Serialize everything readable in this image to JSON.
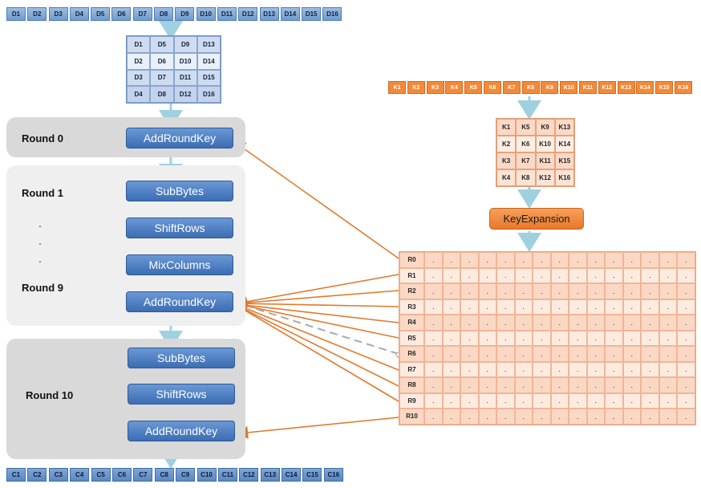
{
  "input_block": [
    "D1",
    "D2",
    "D3",
    "D4",
    "D5",
    "D6",
    "D7",
    "D8",
    "D9",
    "D10",
    "D11",
    "D12",
    "D13",
    "D14",
    "D15",
    "D16"
  ],
  "state_matrix": [
    [
      "D1",
      "D5",
      "D9",
      "D13"
    ],
    [
      "D2",
      "D6",
      "D10",
      "D14"
    ],
    [
      "D3",
      "D7",
      "D11",
      "D15"
    ],
    [
      "D4",
      "D8",
      "D12",
      "D16"
    ]
  ],
  "key_block": [
    "K1",
    "K2",
    "K3",
    "K4",
    "K5",
    "K6",
    "K7",
    "K8",
    "K9",
    "K10",
    "K11",
    "K12",
    "K13",
    "K14",
    "K15",
    "K16"
  ],
  "key_matrix": [
    [
      "K1",
      "K5",
      "K9",
      "K13"
    ],
    [
      "K2",
      "K6",
      "K10",
      "K14"
    ],
    [
      "K3",
      "K7",
      "K11",
      "K15"
    ],
    [
      "K4",
      "K8",
      "K12",
      "K16"
    ]
  ],
  "key_expansion_label": "KeyExpansion",
  "round_keys": [
    "R0",
    "R1",
    "R2",
    "R3",
    "R4",
    "R5",
    "R6",
    "R7",
    "R8",
    "R9",
    "R10"
  ],
  "schedule_fill": ".",
  "rounds": {
    "round0": {
      "label": "Round 0",
      "steps": [
        "AddRoundKey"
      ]
    },
    "round1_9": {
      "label_start": "Round 1",
      "label_end": "Round 9",
      "ellipsis": ".",
      "steps": [
        "SubBytes",
        "ShiftRows",
        "MixColumns",
        "AddRoundKey"
      ]
    },
    "round10": {
      "label": "Round 10",
      "steps": [
        "SubBytes",
        "ShiftRows",
        "AddRoundKey"
      ]
    }
  },
  "output_block": [
    "C1",
    "C2",
    "C3",
    "C4",
    "C5",
    "C6",
    "C7",
    "C8",
    "C9",
    "C10",
    "C11",
    "C12",
    "C13",
    "C14",
    "C15",
    "C16"
  ],
  "colors": {
    "data_blue": "#6f9bd0",
    "step_blue": "#3c6db3",
    "key_orange": "#f28a3a",
    "arrow_orange": "#e07a2c",
    "flow_light_blue": "#9fd0e0"
  }
}
